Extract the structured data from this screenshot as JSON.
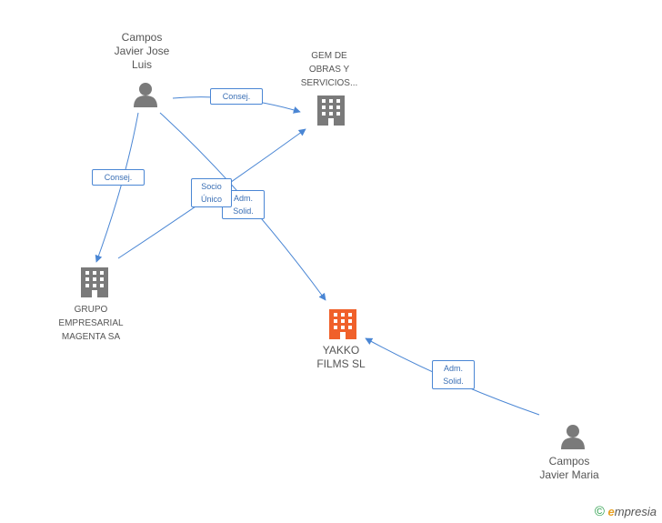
{
  "nodes": {
    "campos_javier_jose_luis": {
      "type": "person",
      "label": [
        "Campos",
        "Javier Jose",
        "Luis"
      ]
    },
    "gem_obras": {
      "type": "company",
      "label": [
        "GEM DE",
        "OBRAS Y",
        "SERVICIOS..."
      ]
    },
    "grupo_magenta": {
      "type": "company",
      "label": [
        "GRUPO",
        "EMPRESARIAL",
        "MAGENTA SA"
      ]
    },
    "yakko_films": {
      "type": "company-highlight",
      "label": [
        "YAKKO",
        "FILMS SL"
      ]
    },
    "campos_javier_maria": {
      "type": "person",
      "label": [
        "Campos",
        "Javier Maria"
      ]
    }
  },
  "edges": {
    "jose_to_gem": {
      "label": [
        "Consej."
      ]
    },
    "jose_to_grupo": {
      "label": [
        "Consej."
      ]
    },
    "grupo_to_gem": {
      "label": [
        "Socio",
        "Único"
      ]
    },
    "jose_to_yakko": {
      "label": [
        "Adm.",
        "Solid."
      ]
    },
    "maria_to_yakko": {
      "label": [
        "Adm.",
        "Solid."
      ]
    }
  },
  "colors": {
    "edge": "#4a86d4",
    "icon": "#7a7a7a",
    "highlight": "#f0602a"
  },
  "footer": {
    "copyright": "©",
    "brand_initial": "e",
    "brand_rest": "mpresia"
  }
}
